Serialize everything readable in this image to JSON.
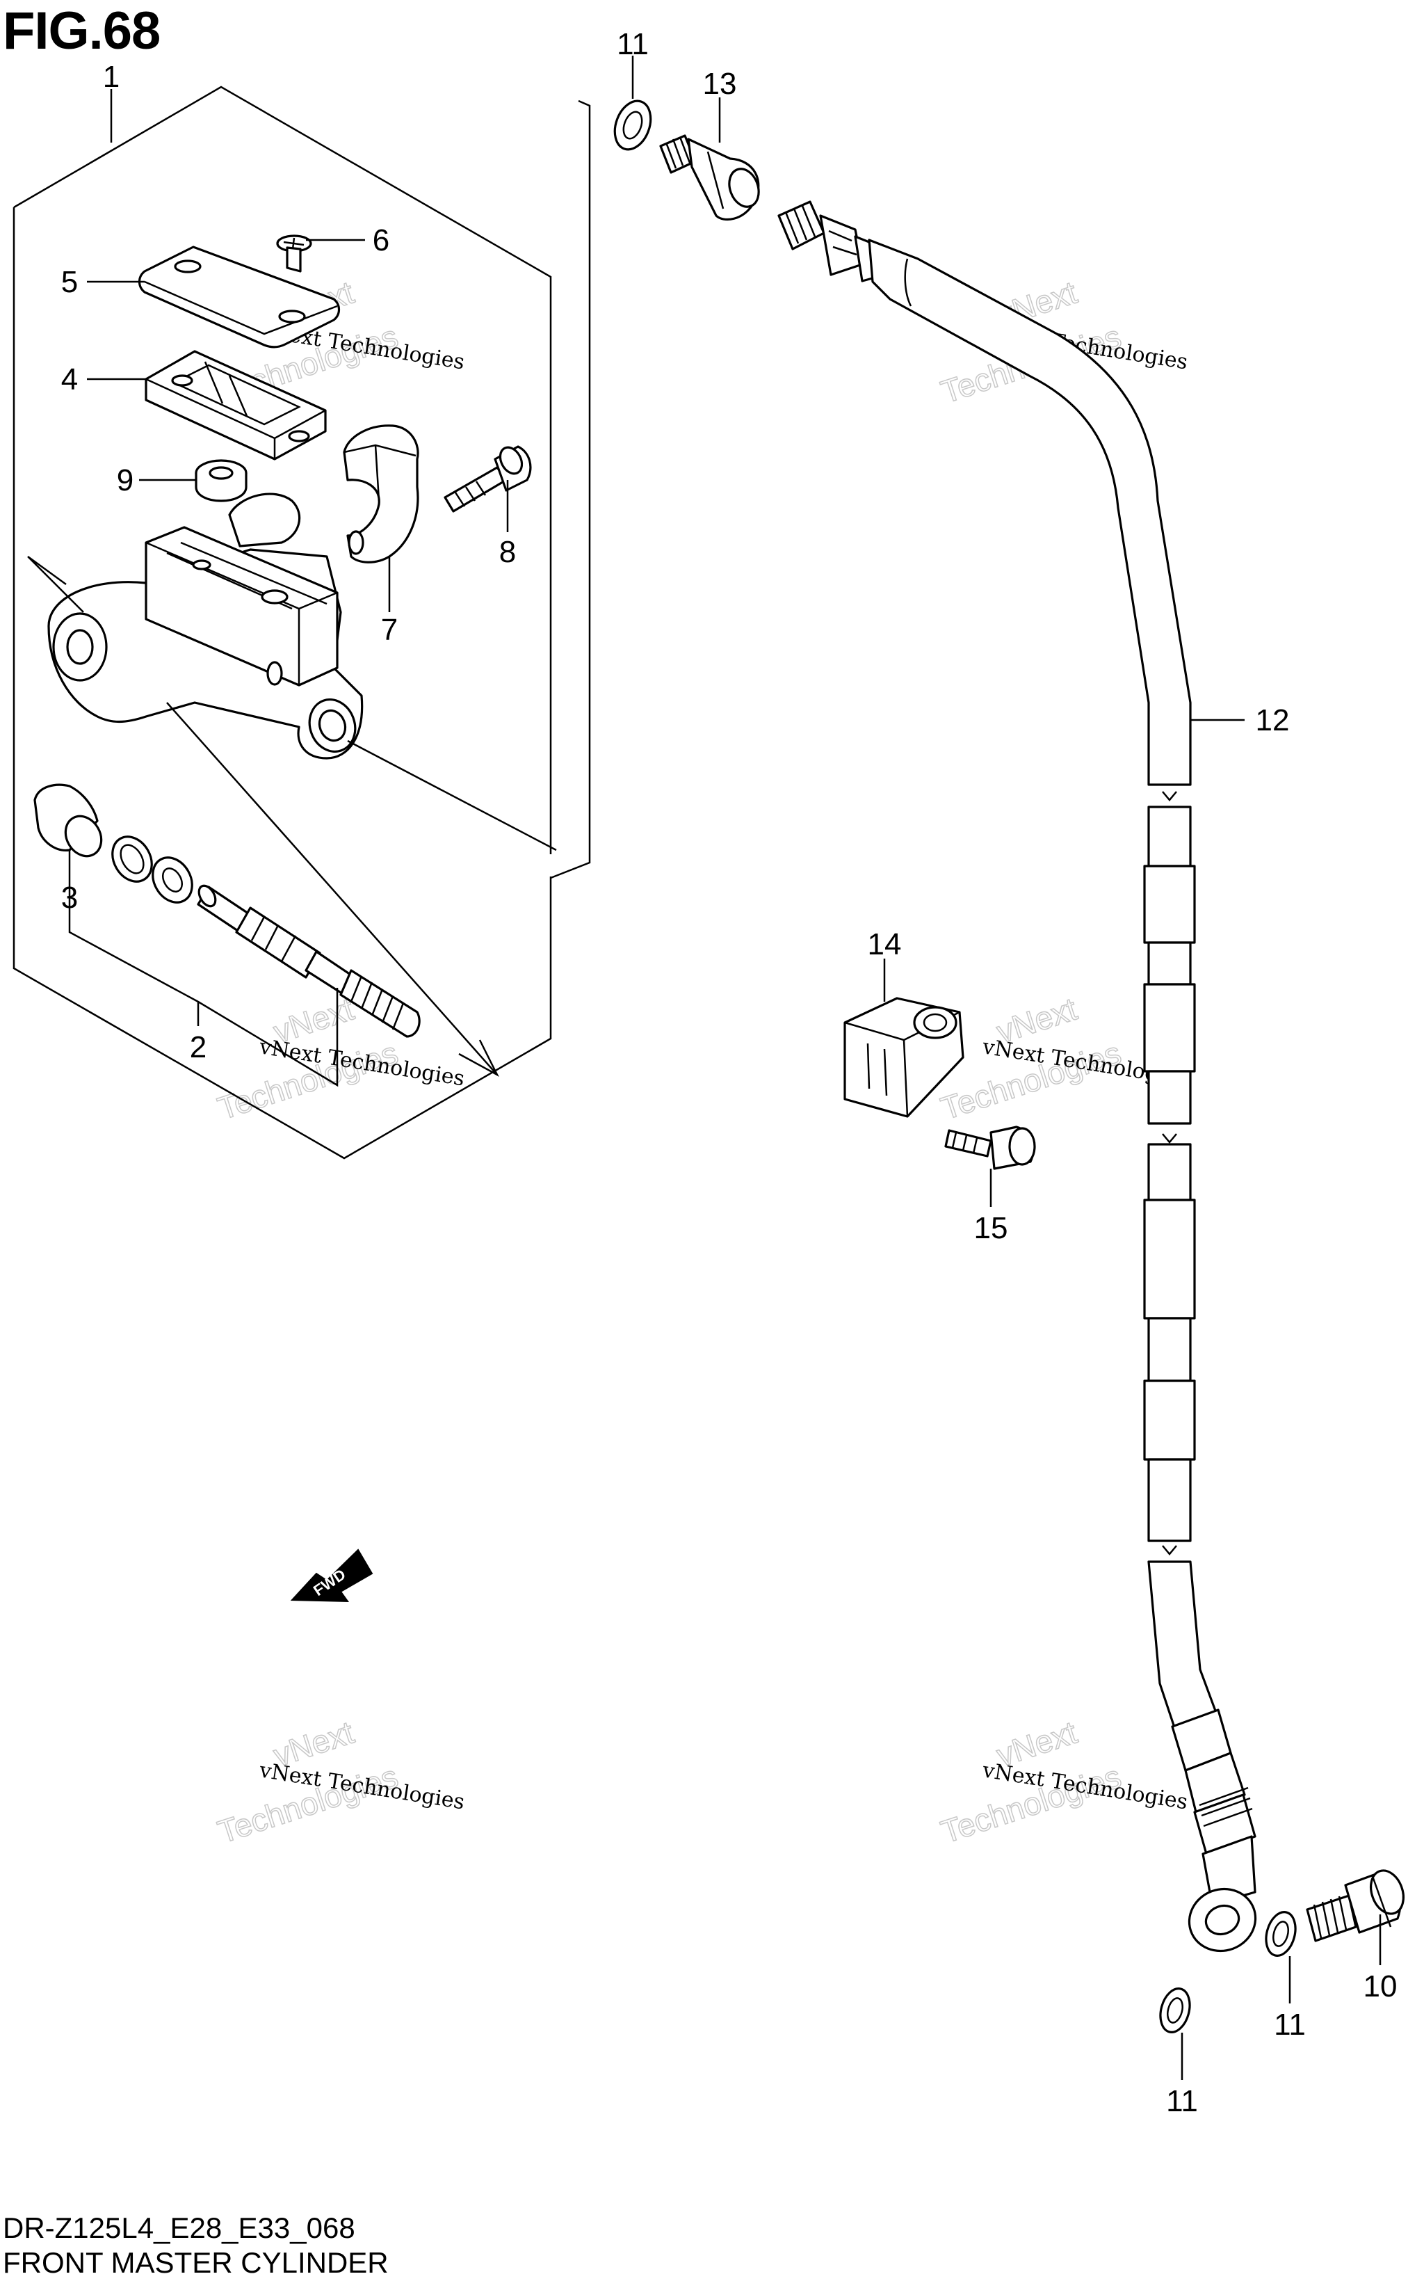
{
  "figure": {
    "title": "FIG.68",
    "code": "DR-Z125L4_E28_E33_068",
    "name": "FRONT MASTER CYLINDER"
  },
  "callouts": {
    "c1": "1",
    "c2": "2",
    "c3": "3",
    "c4": "4",
    "c5": "5",
    "c6": "6",
    "c7": "7",
    "c8": "8",
    "c9": "9",
    "c10": "10",
    "c11a": "11",
    "c11b": "11",
    "c11c": "11",
    "c12": "12",
    "c13": "13",
    "c14": "14",
    "c15": "15"
  },
  "direction_marker": "FWD",
  "watermark": {
    "line1": "vNext Technologies",
    "line2": "vNext",
    "line3": "Technologies"
  }
}
